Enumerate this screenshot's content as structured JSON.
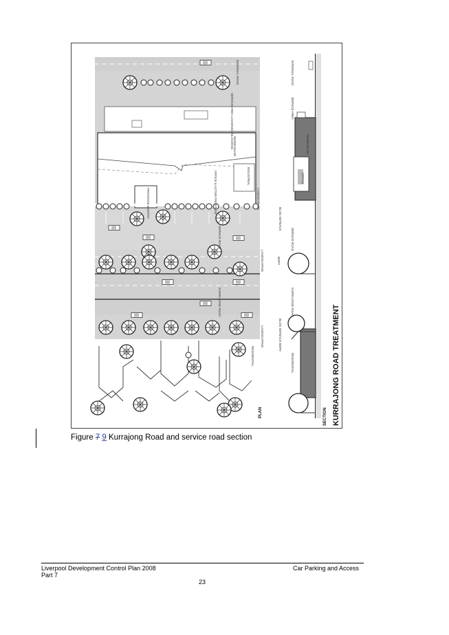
{
  "figure": {
    "plan_labels": {
      "internal_road": "INTERNAL ROAD",
      "service_area": "SERVICE AREA LOADING/UNLOADING",
      "warehouse": "WAREHOUSE",
      "industrial": "INDUSTRIAL",
      "office_activity": "OFFICE & ACTIVE FRONTAGE",
      "frontage_entry": "FRONTAGE & ENTRY",
      "landscaping": "LANDSCAPING",
      "service_road": "SERVICE ROAD",
      "kurrajong_road": "KURRAJONG ROAD",
      "residential": "RESIDENTIAL",
      "plan": "PLAN"
    },
    "section_labels": {
      "internal_road": "INTERNAL ROAD",
      "service_area": "SERVICE AREA",
      "warehouse": "WAREHOUSE",
      "office": "OFFICE",
      "bldg_setback": "BLDG SETBACK",
      "service_road": "SERVICE ROAD",
      "bdry": "BDRY",
      "kurrajong_road": "KURRAJONG ROAD",
      "bldg_setback_bdry": "BLDG SETBACK BDRY",
      "residential": "RESIDENTIAL",
      "section": "SECTION"
    },
    "title": "KURRAJONG ROAD TREATMENT"
  },
  "caption": {
    "prefix": "Figure ",
    "deleted": "7",
    "inserted": "9",
    "text": " Kurrajong Road and service road section"
  },
  "footer": {
    "doc_title": "Liverpool Development Control Plan 2008",
    "part": "Part 7",
    "section": "Car Parking and Access",
    "page": "23"
  }
}
